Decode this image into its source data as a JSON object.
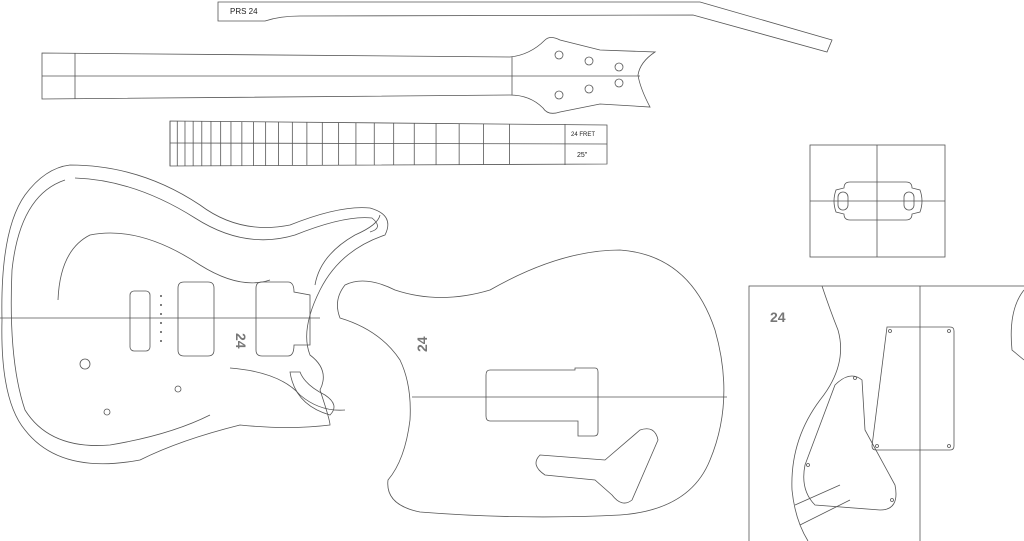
{
  "neck_side": {
    "label": "PRS 24"
  },
  "fretboard": {
    "frets_label": "24 FRET",
    "scale_label": "25\"",
    "fret_count": 24
  },
  "body_top": {
    "label": "24"
  },
  "body_back": {
    "label": "24"
  },
  "pickguard_sheet": {
    "label": "24"
  },
  "colors": {
    "line": "#555555",
    "background": "#ffffff"
  }
}
